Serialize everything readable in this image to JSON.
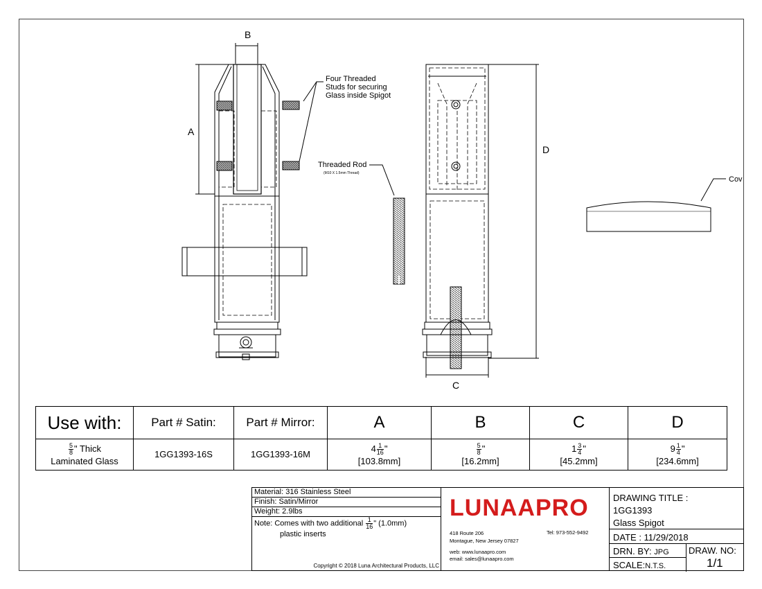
{
  "callouts": {
    "studs": "Four Threaded\nStuds for securing\nGlass inside Spigot",
    "rod": "Threaded Rod",
    "rod_spec": "(M10 X 1.5mm Thread)",
    "cover": "Cov"
  },
  "dims": {
    "a": "A",
    "b": "B",
    "c": "C",
    "d": "D"
  },
  "spec_table": {
    "headers": [
      "Use with:",
      "Part # Satin:",
      "Part # Mirror:",
      "A",
      "B",
      "C",
      "D"
    ],
    "use_with": {
      "frac_num": "5",
      "frac_den": "8",
      "line1_rest": "\" Thick",
      "line2": "Laminated Glass"
    },
    "part_satin": "1GG1393-16S",
    "part_mirror": "1GG1393-16M",
    "a": {
      "whole": "4",
      "num": "1",
      "den": "16",
      "unit": "\"",
      "mm": "[103.8mm]"
    },
    "b": {
      "whole": "",
      "num": "5",
      "den": "8",
      "unit": "\"",
      "mm": "[16.2mm]"
    },
    "c": {
      "whole": "1",
      "num": "3",
      "den": "4",
      "unit": "\"",
      "mm": "[45.2mm]"
    },
    "d": {
      "whole": "9",
      "num": "1",
      "den": "4",
      "unit": "\"",
      "mm": "[234.6mm]"
    }
  },
  "notes": {
    "material": "Material: 316 Stainless Steel",
    "finish": "Finish: Satin/Mirror",
    "weight": "Weight: 2.9lbs",
    "note_prefix": "Note:  Comes with two additional",
    "note_num": "1",
    "note_den": "16",
    "note_suffix": "\" (1.0mm)",
    "note_line2": "plastic inserts",
    "copyright": "Copyright © 2018 Luna Architectural Products, LLC"
  },
  "company": {
    "logo": "LUNAAPRO",
    "address1": "418 Route 206",
    "address2": "Montague, New Jersey 07827",
    "tel": "Tel: 973-552-9492",
    "web": "web: www.lunaapro.com",
    "email": "email: sales@lunaapro.com",
    "logo_color": "#d41c1c"
  },
  "title_block": {
    "label": "DRAWING TITLE :",
    "number": "1GG1393",
    "name": "Glass Spigot",
    "date": "DATE : 11/29/2018",
    "drn_label": "DRN. BY:",
    "drn_value": "JPG",
    "draw_no_label": "DRAW. NO:",
    "draw_no_value": "1/1",
    "scale_label": "SCALE:",
    "scale_value": "N.T.S."
  }
}
